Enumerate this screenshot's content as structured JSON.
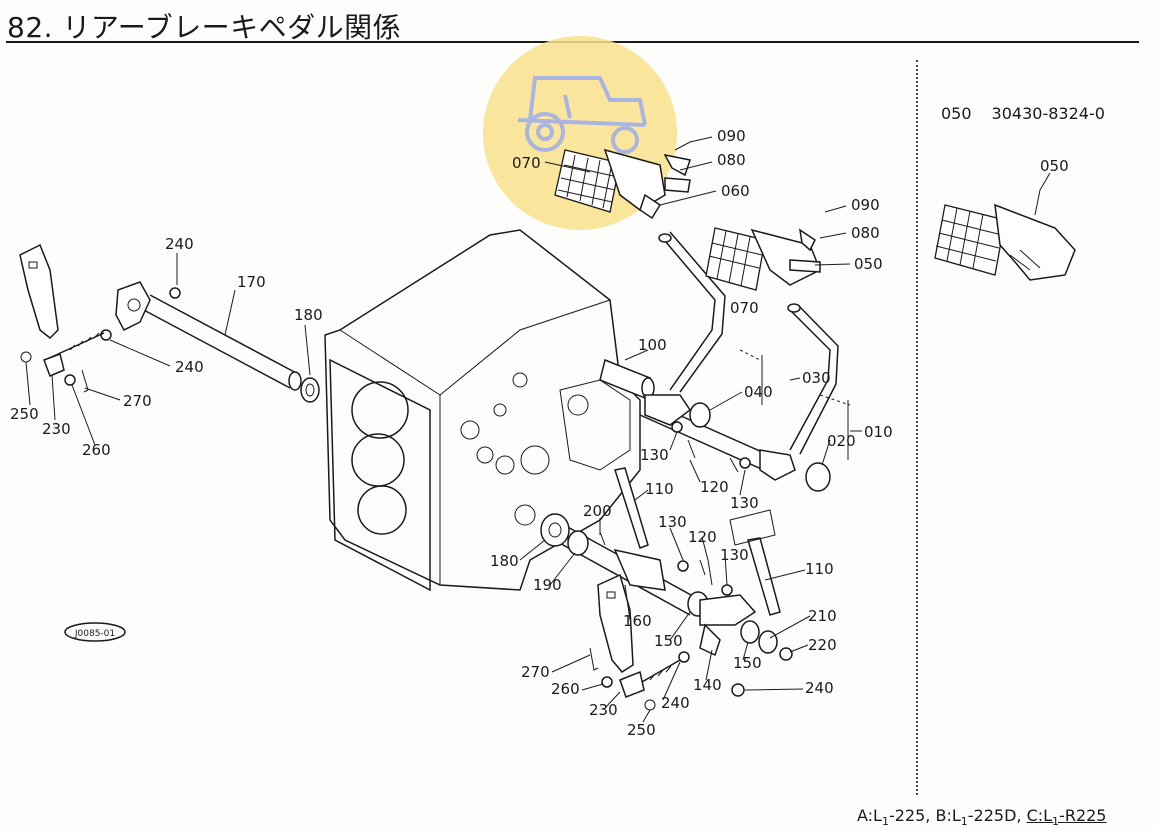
{
  "title": "82. リアーブレーキペダル関係",
  "sidebar": {
    "ref_no": "050",
    "part_no": "30430-8324-0"
  },
  "footer": {
    "a_prefix": "A:L",
    "a_sub": "1",
    "a_suffix": "-225,",
    "b_prefix": "B:L",
    "b_sub": "1",
    "b_suffix": "-225D,",
    "c_prefix": "C:L",
    "c_sub": "1",
    "c_suffix": "-R225"
  },
  "drawing_code": "J0085-01",
  "watermark_color": "#f8e08a",
  "callouts": {
    "c090a": "090",
    "c080a": "080",
    "c070a": "070",
    "c060": "060",
    "c090b": "090",
    "c080b": "080",
    "c050a": "050",
    "c070b": "070",
    "c050b": "050",
    "c240a": "240",
    "c170": "170",
    "c180a": "180",
    "c240b": "240",
    "c270a": "270",
    "c250a": "250",
    "c230a": "230",
    "c260a": "260",
    "c100": "100",
    "c040": "040",
    "c030": "030",
    "c010": "010",
    "c020": "020",
    "c130a": "130",
    "c120a": "120",
    "c130b": "130",
    "c110a": "110",
    "c200": "200",
    "c130c": "130",
    "c120b": "120",
    "c130d": "130",
    "c110b": "110",
    "c180b": "180",
    "c190": "190",
    "c160": "160",
    "c150a": "150",
    "c210": "210",
    "c220": "220",
    "c150b": "150",
    "c270b": "270",
    "c260b": "260",
    "c230b": "230",
    "c240c": "240",
    "c140": "140",
    "c240d": "240",
    "c250b": "250"
  }
}
